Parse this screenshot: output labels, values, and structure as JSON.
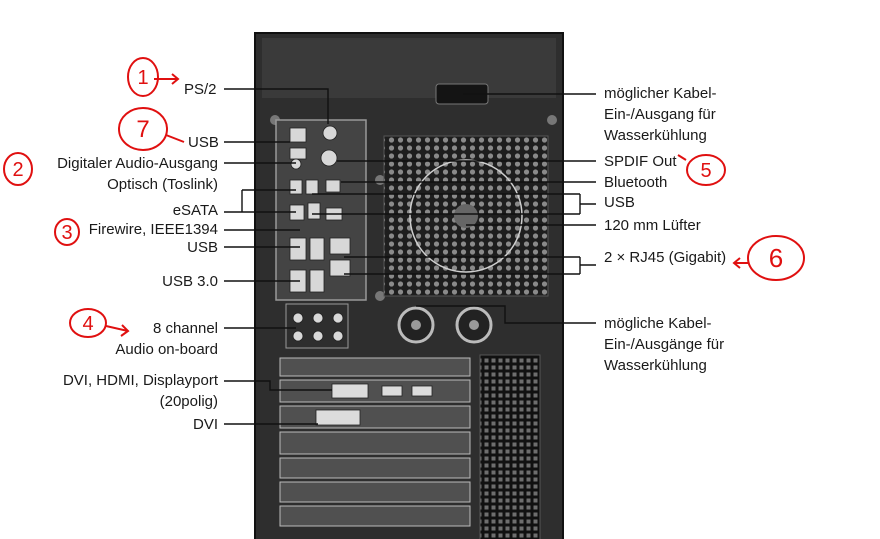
{
  "labels": {
    "ps2": "PS/2",
    "usb_top": "USB",
    "digital_audio_1": "Digitaler Audio-Ausgang",
    "digital_audio_2": "Optisch (Toslink)",
    "esata": "eSATA",
    "firewire": "Firewire, IEEE1394",
    "usb_mid": "USB",
    "usb3": "USB 3.0",
    "audio_1": "8 channel",
    "audio_2": "Audio on-board",
    "dvi_hdmi_1": "DVI, HDMI, Displayport",
    "dvi_hdmi_2": "(20polig)",
    "dvi": "DVI",
    "cable_top_1": "möglicher Kabel-",
    "cable_top_2": "Ein-/Ausgang für",
    "cable_top_3": "Wasserkühlung",
    "spdif": "SPDIF Out",
    "bluetooth": "Bluetooth",
    "usb_right": "USB",
    "fan": "120 mm Lüfter",
    "rj45": "2 × RJ45 (Gigabit)",
    "cable_bottom_1": "mögliche Kabel-",
    "cable_bottom_2": "Ein-/Ausgänge für",
    "cable_bottom_3": "Wasserkühlung"
  },
  "annotations": {
    "n1": "1",
    "n7": "7",
    "n2": "2",
    "n3": "3",
    "n4": "4",
    "n5": "5",
    "n6": "6"
  },
  "colors": {
    "annotation": "#e01010",
    "case": "#2b2b2b",
    "leader": "#111111"
  }
}
